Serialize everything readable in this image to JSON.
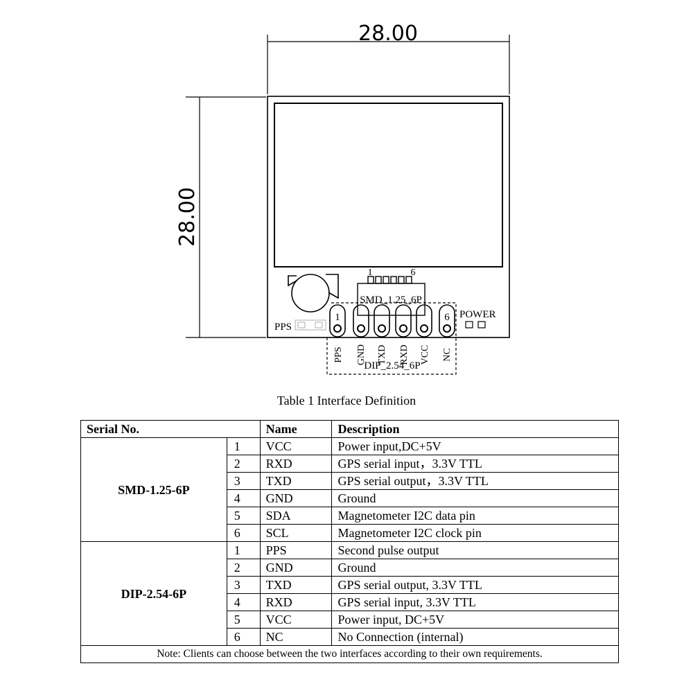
{
  "drawing": {
    "width_dim": "28.00",
    "height_dim": "28.00",
    "labels": {
      "pps": "PPS",
      "smd_connector": "SMD_1.25_6P",
      "dip_connector": "DIP_2.54_6P",
      "power": "POWER",
      "smd_pin_first": "1",
      "smd_pin_last": "6",
      "dip_pin_first": "1",
      "dip_pin_last": "6"
    },
    "dip_pins": [
      "PPS",
      "GND",
      "TXD",
      "RXD",
      "VCC",
      "NC"
    ]
  },
  "table": {
    "caption": "Table 1 Interface Definition",
    "headers": {
      "serial": "Serial No.",
      "name": "Name",
      "description": "Description"
    },
    "groups": [
      {
        "label": "SMD-1.25-6P",
        "rows": [
          {
            "no": "1",
            "name": "VCC",
            "desc": "Power input,DC+5V"
          },
          {
            "no": "2",
            "name": "RXD",
            "desc": "GPS serial input，3.3V TTL"
          },
          {
            "no": "3",
            "name": "TXD",
            "desc": "GPS serial output，3.3V TTL"
          },
          {
            "no": "4",
            "name": "GND",
            "desc": "Ground"
          },
          {
            "no": "5",
            "name": "SDA",
            "desc": "Magnetometer I2C data pin"
          },
          {
            "no": "6",
            "name": "SCL",
            "desc": "Magnetometer I2C clock pin"
          }
        ]
      },
      {
        "label": "DIP-2.54-6P",
        "rows": [
          {
            "no": "1",
            "name": "PPS",
            "desc": "Second pulse output"
          },
          {
            "no": "2",
            "name": "GND",
            "desc": "Ground"
          },
          {
            "no": "3",
            "name": "TXD",
            "desc": "GPS serial output, 3.3V TTL"
          },
          {
            "no": "4",
            "name": "RXD",
            "desc": "GPS serial input, 3.3V TTL"
          },
          {
            "no": "5",
            "name": "VCC",
            "desc": "Power input, DC+5V"
          },
          {
            "no": "6",
            "name": "NC",
            "desc": "No Connection (internal)"
          }
        ]
      }
    ],
    "note": "Note: Clients can choose between the two interfaces according to their own requirements."
  }
}
